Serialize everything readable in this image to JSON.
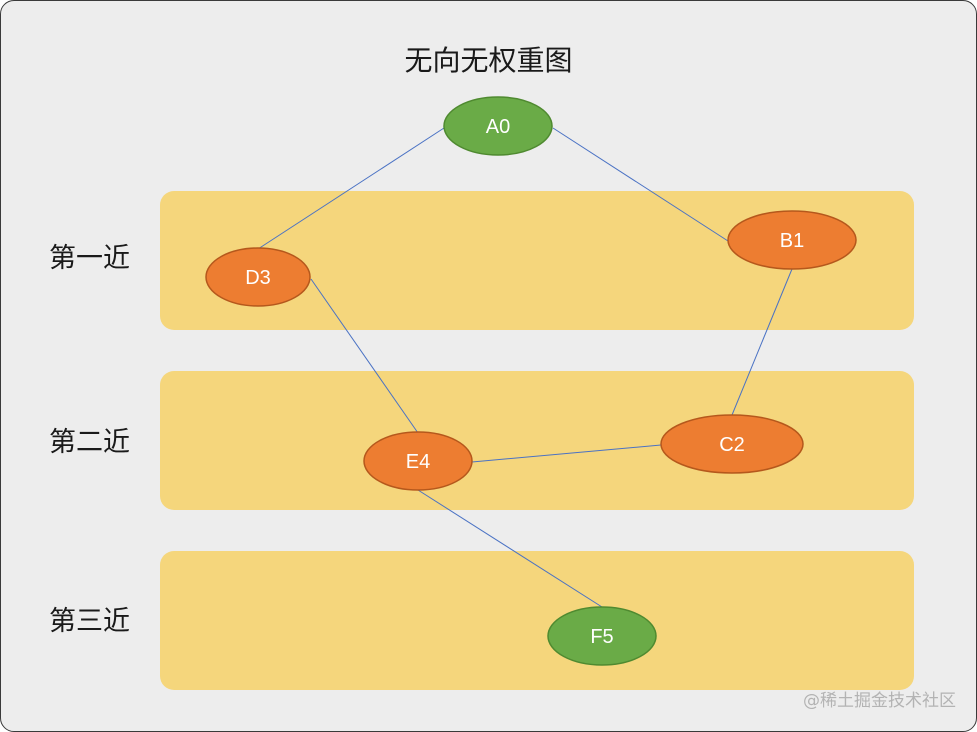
{
  "title": "无向无权重图",
  "bands": [
    {
      "label": "第一近"
    },
    {
      "label": "第二近"
    },
    {
      "label": "第三近"
    }
  ],
  "nodes": [
    {
      "id": "A0",
      "label": "A0",
      "color": "#6aab47"
    },
    {
      "id": "B1",
      "label": "B1",
      "color": "#ed7d31"
    },
    {
      "id": "C2",
      "label": "C2",
      "color": "#ed7d31"
    },
    {
      "id": "D3",
      "label": "D3",
      "color": "#ed7d31"
    },
    {
      "id": "E4",
      "label": "E4",
      "color": "#ed7d31"
    },
    {
      "id": "F5",
      "label": "F5",
      "color": "#6aab47"
    }
  ],
  "edges": [
    [
      "A0",
      "D3"
    ],
    [
      "A0",
      "B1"
    ],
    [
      "B1",
      "C2"
    ],
    [
      "D3",
      "E4"
    ],
    [
      "E4",
      "C2"
    ],
    [
      "E4",
      "F5"
    ]
  ],
  "colors": {
    "background": "#ededed",
    "band": "#f5d67c",
    "edge": "#4a72c4",
    "green_node": "#6aab47",
    "orange_node": "#ed7d31"
  },
  "watermark": "@稀土掘金技术社区"
}
